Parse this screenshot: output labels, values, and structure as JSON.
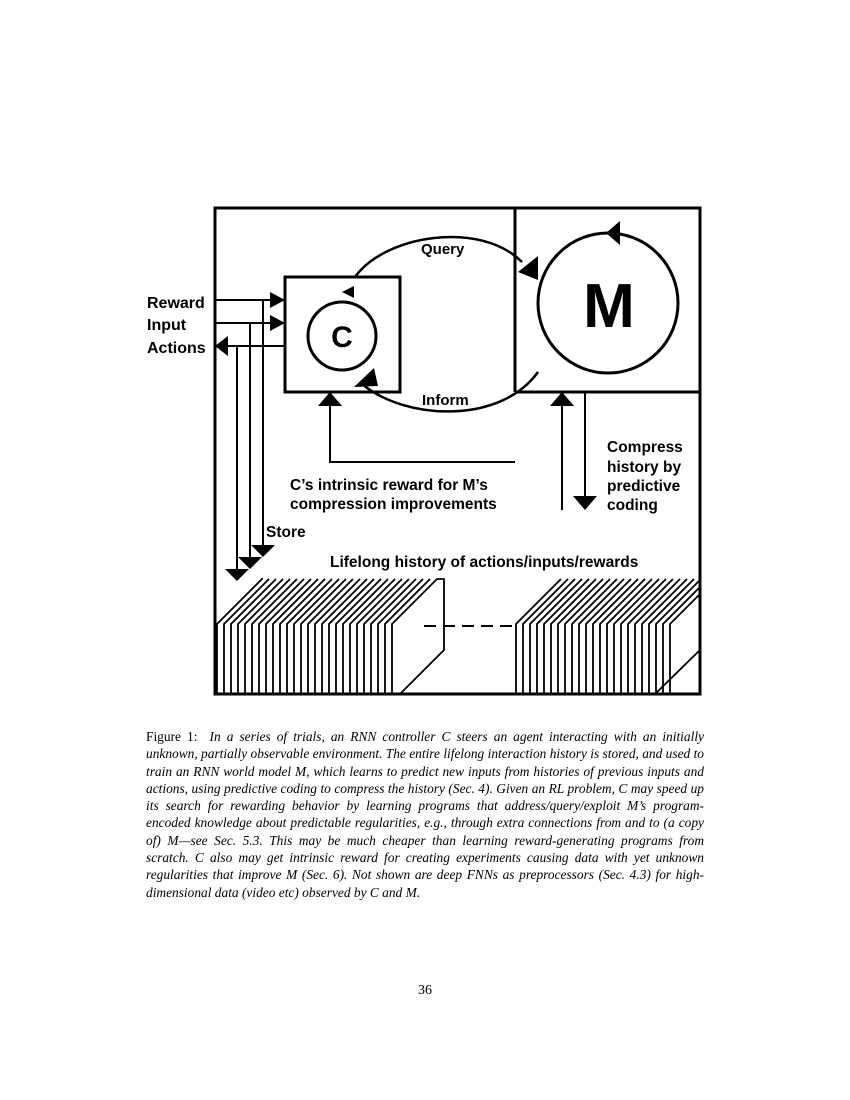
{
  "figure": {
    "labels": {
      "reward": "Reward",
      "input": "Input",
      "actions": "Actions",
      "controller": "C",
      "model": "M",
      "query": "Query",
      "inform": "Inform",
      "intrinsic_line1": "C’s intrinsic reward for M’s",
      "intrinsic_line2": "compression improvements",
      "compress_line1": "Compress",
      "compress_line2": "history by",
      "compress_line3": "predictive",
      "compress_line4": "coding",
      "store": "Store",
      "history": "Lifelong history of actions/inputs/rewards"
    }
  },
  "caption": {
    "prefix": "Figure 1:",
    "text": "In a series of trials, an RNN controller C steers an agent interacting with an initially unknown, partially observable environment. The entire lifelong interaction history is stored, and used to train an RNN world model M, which learns to predict new inputs from histories of previous inputs and actions, using predictive coding to compress the history (Sec. 4). Given an RL problem, C may speed up its search for rewarding behavior by learning programs that address/query/exploit M’s program-encoded knowledge about predictable regularities, e.g., through extra connections from and to (a copy of) M—see Sec. 5.3. This may be much cheaper than learning reward-generating programs from scratch. C also may get intrinsic reward for creating experiments causing data with yet unknown regularities that improve M (Sec. 6). Not shown are deep FNNs as preprocessors (Sec. 4.3) for high-dimensional data (video etc) observed by C and M."
  },
  "page_number": "36"
}
